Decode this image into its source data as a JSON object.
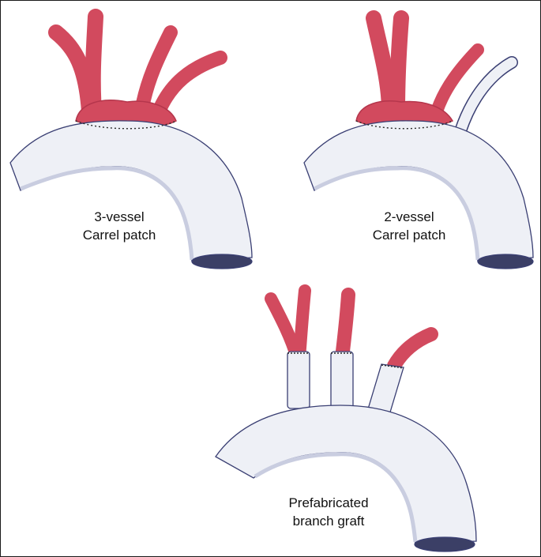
{
  "figure": {
    "panels": [
      {
        "id": "three-vessel",
        "label_line1": "3-vessel",
        "label_line2": "Carrel patch"
      },
      {
        "id": "two-vessel",
        "label_line1": "2-vessel",
        "label_line2": "Carrel patch"
      },
      {
        "id": "branch-graft",
        "label_line1": "Prefabricated",
        "label_line2": "branch graft"
      }
    ]
  },
  "colors": {
    "vessel": "#d24a5e",
    "vessel_dark": "#b5364c",
    "graft": "#eef0f6",
    "graft_shade": "#c9cde0",
    "graft_outline": "#3a3f73",
    "suture": "#2a2a2a",
    "lumen": "#3b3f66"
  }
}
